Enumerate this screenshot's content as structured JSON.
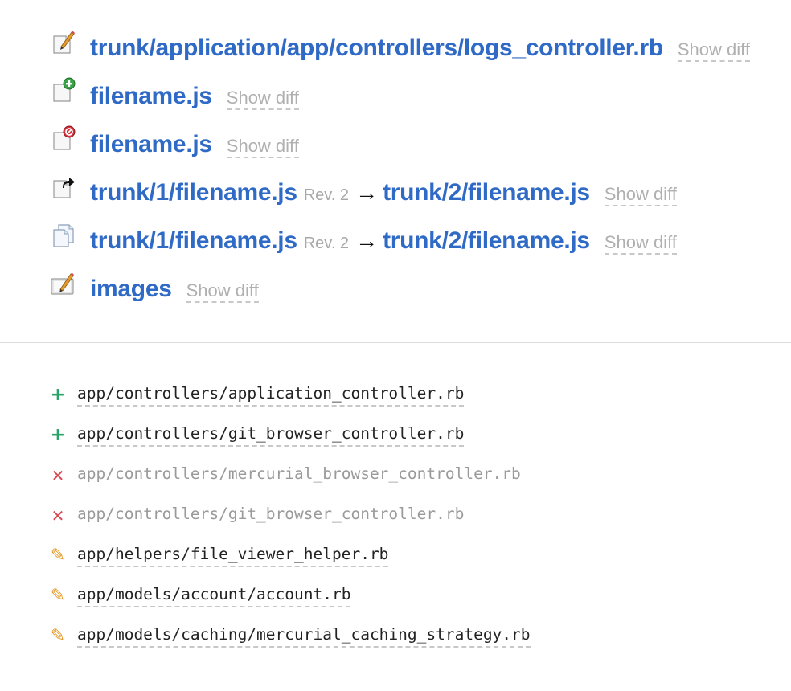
{
  "changesets": {
    "rows": [
      {
        "kind": "modified",
        "icon": "file-edit-icon",
        "path": "trunk/application/app/controllers/logs_controller.rb",
        "show_diff": "Show diff"
      },
      {
        "kind": "added",
        "icon": "file-add-icon",
        "path": "filename.js",
        "show_diff": "Show diff"
      },
      {
        "kind": "deleted",
        "icon": "file-delete-icon",
        "path": "filename.js",
        "show_diff": "Show diff"
      },
      {
        "kind": "moved",
        "icon": "file-move-icon",
        "from_path": "trunk/1/filename.js",
        "rev": "Rev. 2",
        "arrow": "→",
        "to_path": "trunk/2/filename.js",
        "show_diff": "Show diff"
      },
      {
        "kind": "copied",
        "icon": "file-copy-icon",
        "from_path": "trunk/1/filename.js",
        "rev": "Rev. 2",
        "arrow": "→",
        "to_path": "trunk/2/filename.js",
        "show_diff": "Show diff"
      },
      {
        "kind": "directory-modified",
        "icon": "folder-edit-icon",
        "path": "images",
        "show_diff": "Show diff"
      }
    ]
  },
  "file_list": {
    "items": [
      {
        "status": "added",
        "icon": "plus-icon",
        "glyph": "+",
        "path": "app/controllers/application_controller.rb"
      },
      {
        "status": "added",
        "icon": "plus-icon",
        "glyph": "+",
        "path": "app/controllers/git_browser_controller.rb"
      },
      {
        "status": "removed",
        "icon": "cross-icon",
        "glyph": "✕",
        "path": "app/controllers/mercurial_browser_controller.rb"
      },
      {
        "status": "removed",
        "icon": "cross-icon",
        "glyph": "✕",
        "path": "app/controllers/git_browser_controller.rb"
      },
      {
        "status": "modified",
        "icon": "pencil-icon",
        "glyph": "✎",
        "path": "app/helpers/file_viewer_helper.rb"
      },
      {
        "status": "modified",
        "icon": "pencil-icon",
        "glyph": "✎",
        "path": "app/models/account/account.rb"
      },
      {
        "status": "modified",
        "icon": "pencil-icon",
        "glyph": "✎",
        "path": "app/models/caching/mercurial_caching_strategy.rb"
      }
    ]
  },
  "colors": {
    "link": "#2f6ac6",
    "muted": "#b0b0b0",
    "added": "#2aa36b",
    "removed": "#d84a55",
    "modified": "#e59a2a"
  }
}
